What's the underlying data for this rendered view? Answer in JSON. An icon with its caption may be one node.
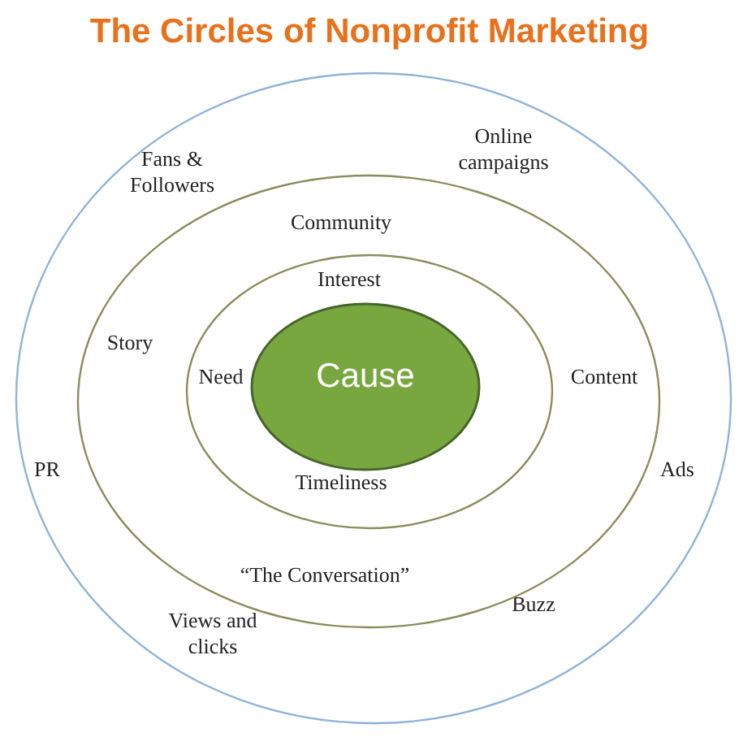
{
  "diagram": {
    "title": "The Circles of Nonprofit Marketing",
    "nodes": [
      {
        "text": [
          "Fans & Followers",
          "Online campaigns",
          "PR",
          "Ads",
          "Views and clicks",
          "Buzz"
        ]
      },
      {
        "text": [
          "Community",
          "Story",
          "Content",
          "“The Conversation”"
        ],
        "in": 0
      },
      {
        "text": [
          "Interest",
          "Need",
          "Timeliness"
        ],
        "in": 1
      },
      {
        "text": [
          "Cause"
        ],
        "in": 2
      }
    ],
    "edges": []
  }
}
